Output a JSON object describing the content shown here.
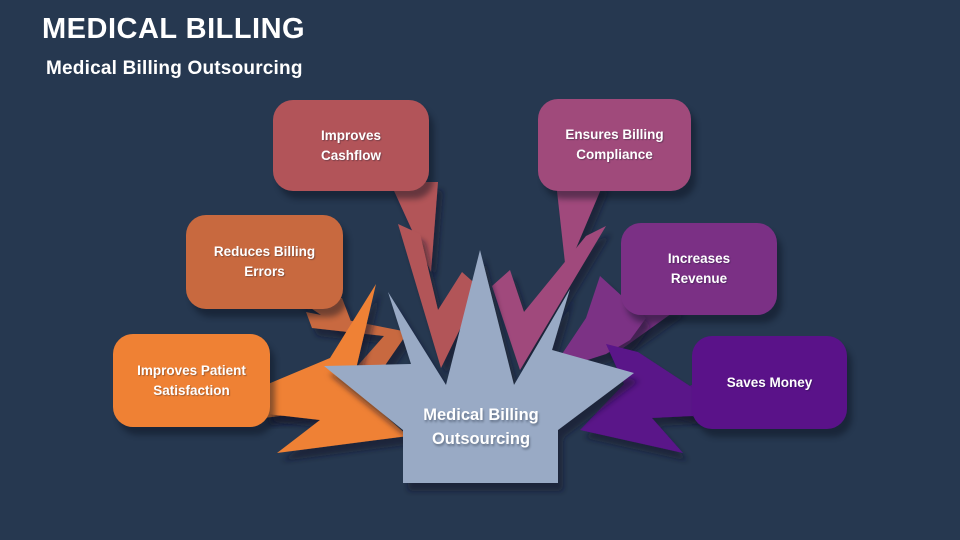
{
  "slide": {
    "title": "MEDICAL BILLING",
    "subtitle": "Medical Billing Outsourcing",
    "background_color": "#263850"
  },
  "center": {
    "label": "Medical Billing Outsourcing",
    "color": "#99AAC5",
    "text_color": "#FFFFFF"
  },
  "bubbles": [
    {
      "id": "improves-cashflow",
      "label": "Improves Cashflow",
      "color": "#B25459"
    },
    {
      "id": "ensures-billing-compliance",
      "label": "Ensures Billing Compliance",
      "color": "#A04A7B"
    },
    {
      "id": "reduces-billing-errors",
      "label": "Reduces Billing Errors",
      "color": "#C8693F"
    },
    {
      "id": "increases-revenue",
      "label": "Increases Revenue",
      "color": "#7B3085"
    },
    {
      "id": "improves-patient-satisfaction",
      "label": "Improves Patient Satisfaction",
      "color": "#EF8134"
    },
    {
      "id": "saves-money",
      "label": "Saves Money",
      "color": "#5A1289"
    }
  ]
}
